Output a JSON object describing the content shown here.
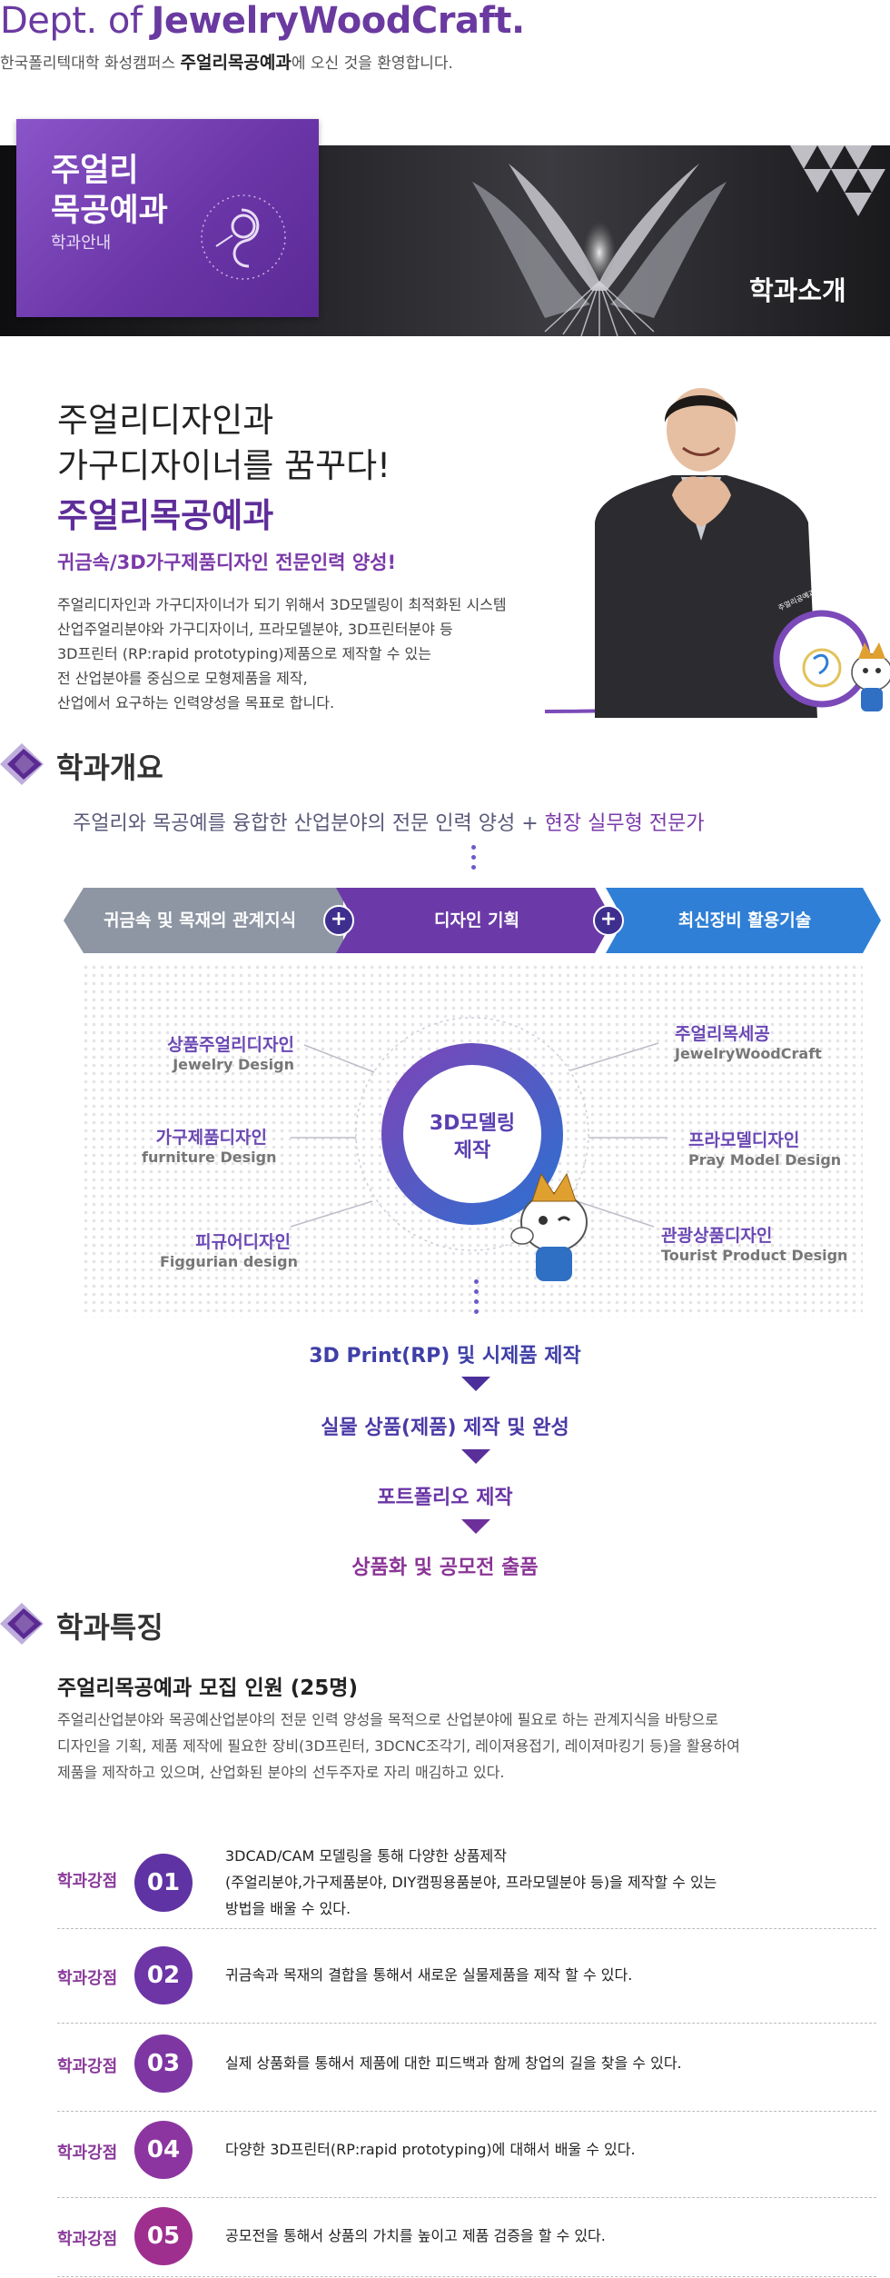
{
  "header": {
    "dept_prefix": "Dept. of",
    "dept_name": "JewelryWoodCraft.",
    "welcome_pre": "한국폴리텍대학 화성캠퍼스 ",
    "welcome_dept": "주얼리목공예과",
    "welcome_post": "에 오신 것을 환영합니다."
  },
  "banner": {
    "title_line1": "주얼리",
    "title_line2": "목공예과",
    "subtitle": "학과안내",
    "tag": "학과소개"
  },
  "intro": {
    "line1": "주얼리디자인과",
    "line2": "가구디자이너를 꿈꾸다!",
    "dept": "주얼리목공예과",
    "sub": "귀금속/3D가구제품디자인 전문인력 양성!",
    "paragraph": [
      "주얼리디자인과 가구디자이너가 되기 위해서 3D모델링이 최적화된 시스템",
      "산업주얼리분야와 가구디자이너, 프라모델분야, 3D프린터분야 등",
      "3D프린터 (RP:rapid prototyping)제품으로 제작할 수 있는",
      "전 산업분야를 중심으로 모형제품을 제작,",
      "산업에서 요구하는 인력양성을 목표로 합니다."
    ],
    "badge_text": "주얼리공예과 학과소개"
  },
  "overview": {
    "heading": "학과개요",
    "line_pre": "주얼리와 목공예를 융합한  산업분야의 전문 인력 양성 + ",
    "line_hl": " 현장 실무형 전문가",
    "chevrons": [
      "귀금속 및 목재의 관계지식",
      "디자인 기획",
      "최신장비 활용기술"
    ],
    "plus": "+",
    "center_line1": "3D모델링",
    "center_line2": "제작",
    "labels": [
      {
        "k": "상품주얼리디자인",
        "e": "Jewelry Design"
      },
      {
        "k": "가구제품디자인",
        "e": "furniture Design"
      },
      {
        "k": "피규어디자인",
        "e": "Figgurian design"
      },
      {
        "k": "주얼리목세공",
        "e": "JewelryWoodCraft"
      },
      {
        "k": "프라모델디자인",
        "e": "Pray Model Design"
      },
      {
        "k": "관광상품디자인",
        "e": "Tourist Product Design"
      }
    ],
    "flow": [
      "3D Print(RP) 및 시제품 제작",
      "실물 상품(제품) 제작 및 완성",
      "포트폴리오 제작",
      "상품화 및 공모전 출품"
    ],
    "colors": {
      "chev1": "#8e96a4",
      "chev2": "#6b3aa8",
      "chev3": "#2f7fd6"
    }
  },
  "features": {
    "heading": "학과특징",
    "title": "주얼리목공예과 모집 인원 (25명)",
    "paragraph": [
      "주얼리산업분야와 목공예산업분야의 전문 인력 양성을 목적으로 산업분야에 필요로 하는 관계지식을 바탕으로",
      "디자인을 기획, 제품 제작에 필요한 장비(3D프린터, 3DCNC조각기, 레이져용접기, 레이져마킹기 등)을 활용하여",
      "제품을 제작하고 있으며, 산업화된 분야의 선두주자로 자리 매김하고 있다."
    ],
    "strength_label": "학과강점",
    "strengths": [
      {
        "num": "01",
        "lines": [
          "3DCAD/CAM 모델링을 통해 다양한 상품제작",
          "(주얼리분야,가구제품분야, DIY캠핑용품분야, 프라모델분야 등)을 제작할 수 있는",
          "방법을 배울 수 있다."
        ]
      },
      {
        "num": "02",
        "lines": [
          "귀금속과 목재의 결합을 통해서 새로운 실물제품을 제작 할 수 있다."
        ]
      },
      {
        "num": "03",
        "lines": [
          "실제 상품화를 통해서 제품에 대한 피드백과 함께 창업의 길을 찾을 수 있다."
        ]
      },
      {
        "num": "04",
        "lines": [
          "다양한 3D프린터(RP:rapid prototyping)에 대해서 배울 수 있다."
        ]
      },
      {
        "num": "05",
        "lines": [
          "공모전을 통해서 상품의 가치를 높이고 제품 검증을 할 수 있다."
        ]
      }
    ],
    "num_colors": [
      "#5f33a3",
      "#6d35a6",
      "#7e36a3",
      "#8c35a0",
      "#9e2f8f"
    ]
  }
}
